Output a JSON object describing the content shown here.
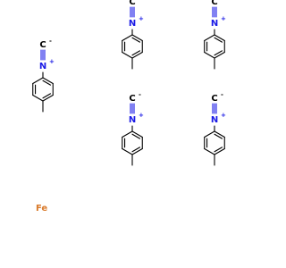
{
  "colors": {
    "bond": "#000000",
    "nitrogen": "#1a1ae6",
    "iron": "#d97a2b",
    "background": "#ffffff"
  },
  "atoms": {
    "nitrogen": "N",
    "carbon_terminal": "C",
    "iron": "Fe"
  },
  "charges": {
    "nitrogen": "+",
    "carbon_terminal": "-"
  },
  "ligand_count": 5
}
